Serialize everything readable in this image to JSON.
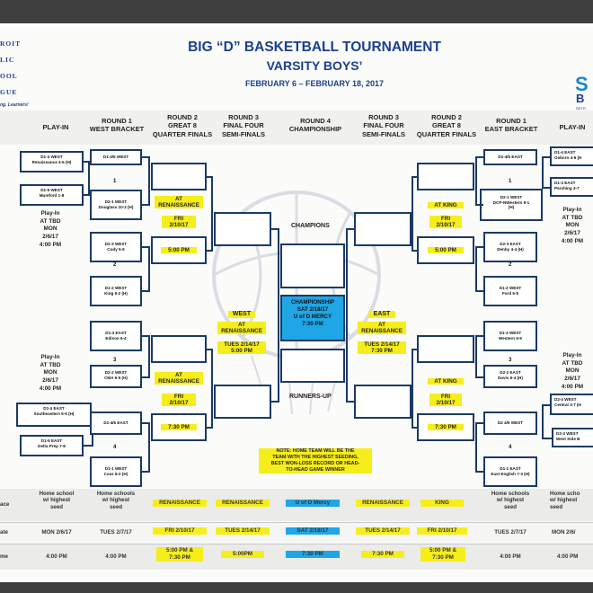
{
  "org_fragment": [
    "ROIT",
    "LIC",
    "OOL",
    "GUE",
    "ng. Learners!"
  ],
  "logo_fragment": {
    "top": "S",
    "mid": "B",
    "bottom": "DETR"
  },
  "title": {
    "line1": "BIG “D” BASKETBALL TOURNAMENT",
    "line2": "VARSITY BOYS’",
    "dates": "FEBRUARY 6 – FEBRUARY 18, 2017"
  },
  "headers": {
    "play_in_left": "PLAY-IN",
    "r1_west": "ROUND 1\nWEST BRACKET",
    "r2_left": "ROUND 2\nGREAT 8\nQUARTER FINALS",
    "r3_left": "ROUND 3\nFINAL FOUR\nSEMI-FINALS",
    "r4": "ROUND 4\nCHAMPIONSHIP",
    "r3_right": "ROUND 3\nFINAL FOUR\nSEMI-FINALS",
    "r2_right": "ROUND 2\nGREAT 8\nQUARTER FINALS",
    "r1_east": "ROUND 1\nEAST BRACKET",
    "play_in_right": "PLAY-IN"
  },
  "left_playin": {
    "box1": "D1-4 WEST\nRenaissance 4-6 (H)",
    "box2": "D1-5 WEST\nMumford 1-8",
    "info1": "Play-In\nAT TBD\nMON\n2/6/17\n4:00 PM",
    "info2": "Play-In\nAT TBD\nMON\n2/6/17\n4:00 PM",
    "box3": "D1-4 EAST\nSoutheastern 5-5 (H)",
    "box4": "D1-5 EAST\nDelta Prep 7-8"
  },
  "west_r1": {
    "b1": "D1-4/5 WEST",
    "n1": "1",
    "b2": "D2-1 WEST\nDouglass 10-3 (H)",
    "b3": "D2-3 WEST\nCody 5-5",
    "n2": "2",
    "b4": "D1-2 WEST\nKing 6-2 (H)",
    "b5": "D1-3 EAST\nEdison 6-4",
    "n3": "3",
    "b6": "D2-2 WEST\nCMA 5-5 (H)",
    "b7": "D1-4/5 EAST",
    "n4": "4",
    "b8": "D1-1 WEST\nCass 8-2 (H)"
  },
  "west_r2": {
    "g1": "AT\nRENAISSANCE",
    "g1_date": "FRI\n2/10/17",
    "g1_time": "5:00 PM",
    "g2": "AT\nRENAISSANCE",
    "g2_date": "FRI\n2/10/17",
    "g2_time": "7:30 PM"
  },
  "west_r3": {
    "title": "WEST",
    "at": "AT\nRENAISSANCE",
    "when": "TUES 2/14/17\n5:00 PM"
  },
  "center": {
    "champions": "CHAMPIONS",
    "championship": "CHAMPIONSHIP\nSAT 2/18/17\nU of D MERCY\n7:30 PM",
    "runners_up": "RUNNERS-UP",
    "note": "NOTE: HOME TEAM WILL BE THE\nTEAM WITH THE HIGHEST SEEDING,\nBEST WON-LOSS RECORD OR HEAD-\nTO-HEAD GAME WINNER"
  },
  "east_r3": {
    "title": "EAST",
    "at": "AT\nRENAISSANCE",
    "when": "TUES 2/14/17\n7:30 PM"
  },
  "east_r2": {
    "g1": "AT KING",
    "g1_date": "FRI\n2/10/17",
    "g1_time": "5:00 PM",
    "g2": "AT KING",
    "g2_date": "FRI\n2/10/17",
    "g2_time": "7:30 PM"
  },
  "east_r1": {
    "b1": "D1-4/5 EAST",
    "n1": "1",
    "b2": "D2-1 WEST\nDCP-NWestern 9-1\n(H)",
    "b3": "D2-3 EAST\nDenby 4-4 (H)",
    "n2": "2",
    "b4": "D1-2 WEST\nFord 5-5",
    "b5": "D1-3 WEST\nWestern 5-5",
    "n3": "3",
    "b6": "D2-2 EAST\nDavis 6-4 (H)",
    "b7": "D2 4/5 WEST",
    "n4": "4",
    "b8": "D1-1 EAST\nEast English 7-3 (H)"
  },
  "right_playin": {
    "box1": "D1-4 EAST\nOsborn 4-6 (H",
    "box2": "D1-3 EAST\nPershing 3-7",
    "info1": "Play-In\nAT TBD\nMON\n2/6/17\n4:00 PM",
    "info2": "Play-In\nAT TBD\nMON\n2/6/17\n4:00 PM",
    "box3": "D2-4 WEST\nCentral 3-7 (H",
    "box4": "D2-3 WEST\nWest Side B"
  },
  "table": {
    "row_labels": [
      "ace",
      "ate",
      "me"
    ],
    "site": [
      "Home school\nw/ highest\nseed",
      "Home schools\nw/ highest\nseed",
      "RENAISSANCE",
      "RENAISSANCE",
      "U of D Mercy",
      "RENAISSANCE",
      "KING",
      "Home schools\nw/ highest\nseed",
      "Home scho\nw/ highest\nseed"
    ],
    "date": [
      "MON 2/6/17",
      "TUES 2/7/17",
      "FRI 2/10/17",
      "TUES 2/14/17",
      "SAT 2/18/17",
      "TUES 2/14/17",
      "FRI 2/10/17",
      "TUES 2/7/17",
      "MON 2/6/"
    ],
    "time": [
      "4:00 PM",
      "4:00 PM",
      "5:00 PM &\n7:30 PM",
      "5:00PM",
      "7:30 PM",
      "7:30 PM",
      "5:00 PM &\n7:30 PM",
      "4:00 PM",
      "4:00 PM"
    ]
  },
  "colors": {
    "navy": "#1a3a66",
    "title_blue": "#1b3f8f",
    "highlight": "#f6ee1a",
    "championship": "#1ea6e6"
  }
}
